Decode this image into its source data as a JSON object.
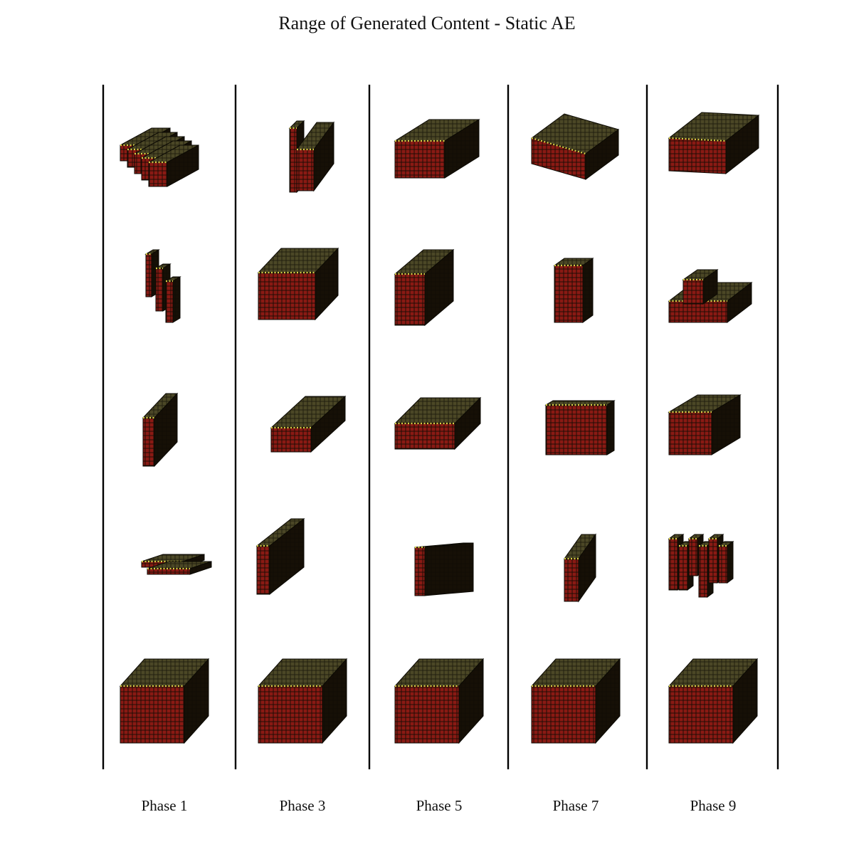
{
  "title": "Range of Generated Content - Static AE",
  "colors": {
    "side": "#8a1a14",
    "top": "#4b4726",
    "dark": "#161006",
    "grid": "#0b0903",
    "highlight": "#d6cf46",
    "divider": "#000000"
  },
  "phases": [
    {
      "label": "Phase 1",
      "shapes": [
        "wavy-terrace",
        "twisted-columns",
        "thin-slab",
        "flat-fragment",
        "full-cube"
      ]
    },
    {
      "label": "Phase 3",
      "shapes": [
        "curved-wall",
        "notched-block",
        "ramp",
        "ridged-slab",
        "full-cube"
      ]
    },
    {
      "label": "Phase 5",
      "shapes": [
        "sloped-block",
        "box",
        "rounded-mound",
        "striped-wedge",
        "full-cube"
      ]
    },
    {
      "label": "Phase 7",
      "shapes": [
        "wedge-pyramid",
        "diamond-lattice",
        "pillar-wall",
        "narrow-slab",
        "full-cube"
      ]
    },
    {
      "label": "Phase 9",
      "shapes": [
        "sloped-ramp",
        "peaked-roof",
        "terraced-block",
        "jagged-comb",
        "full-cube"
      ]
    }
  ]
}
